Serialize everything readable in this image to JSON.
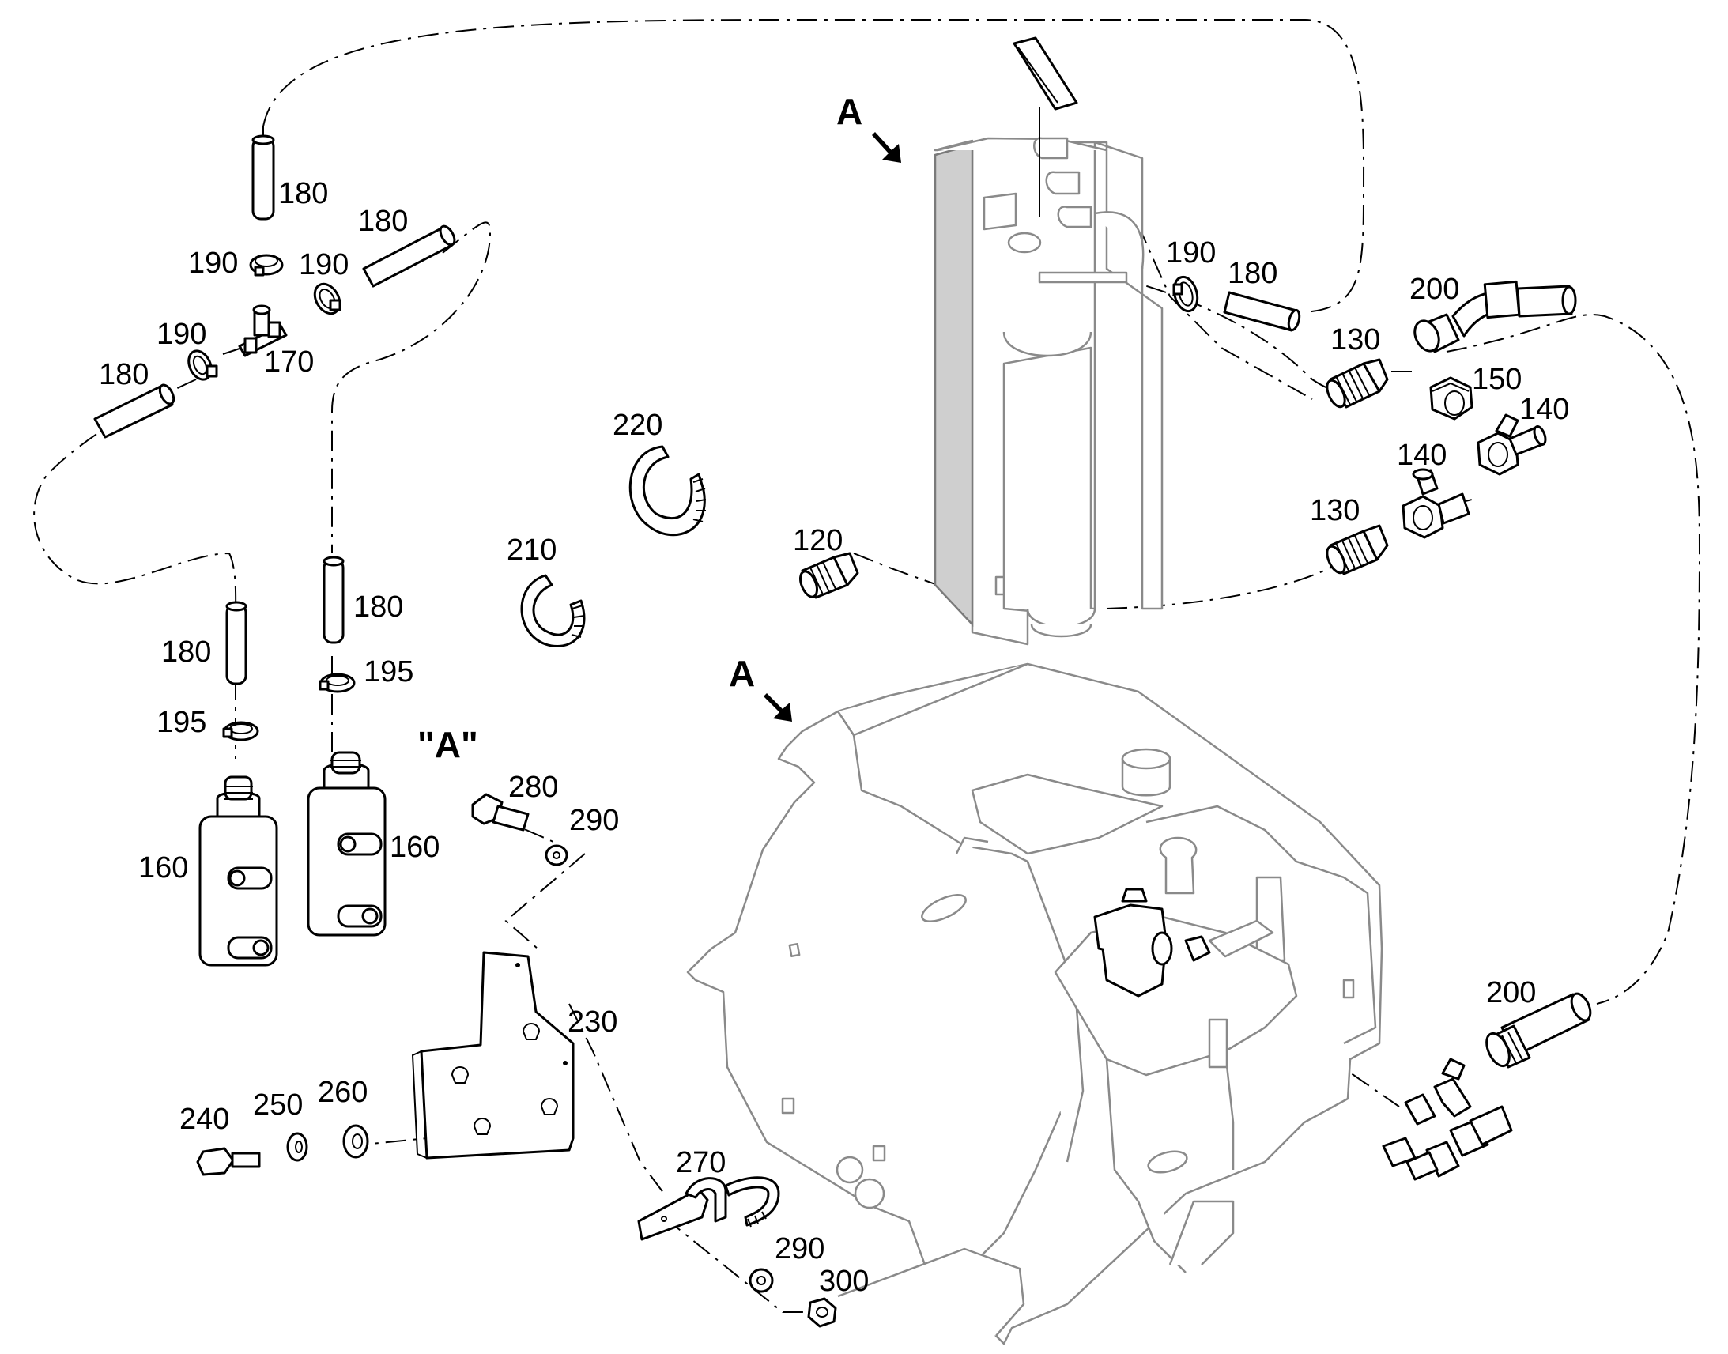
{
  "callouts": {
    "c120": "120",
    "c130a": "130",
    "c130b": "130",
    "c140a": "140",
    "c140b": "140",
    "c150": "150",
    "c160a": "160",
    "c160b": "160",
    "c170": "170",
    "c180a": "180",
    "c180b": "180",
    "c180c": "180",
    "c180d": "180",
    "c180e": "180",
    "c180f": "180",
    "c190a": "190",
    "c190b": "190",
    "c190c": "190",
    "c190d": "190",
    "c195a": "195",
    "c195b": "195",
    "c200a": "200",
    "c200b": "200",
    "c210": "210",
    "c220": "220",
    "c230": "230",
    "c240": "240",
    "c250": "250",
    "c260": "260",
    "c270": "270",
    "c280": "280",
    "c290a": "290",
    "c290b": "290",
    "c300": "300"
  },
  "view_markers": {
    "arrow_top": "A",
    "arrow_frame": "A",
    "detail_label": "\"A\""
  },
  "icons": [
    "view-arrow-icon"
  ]
}
